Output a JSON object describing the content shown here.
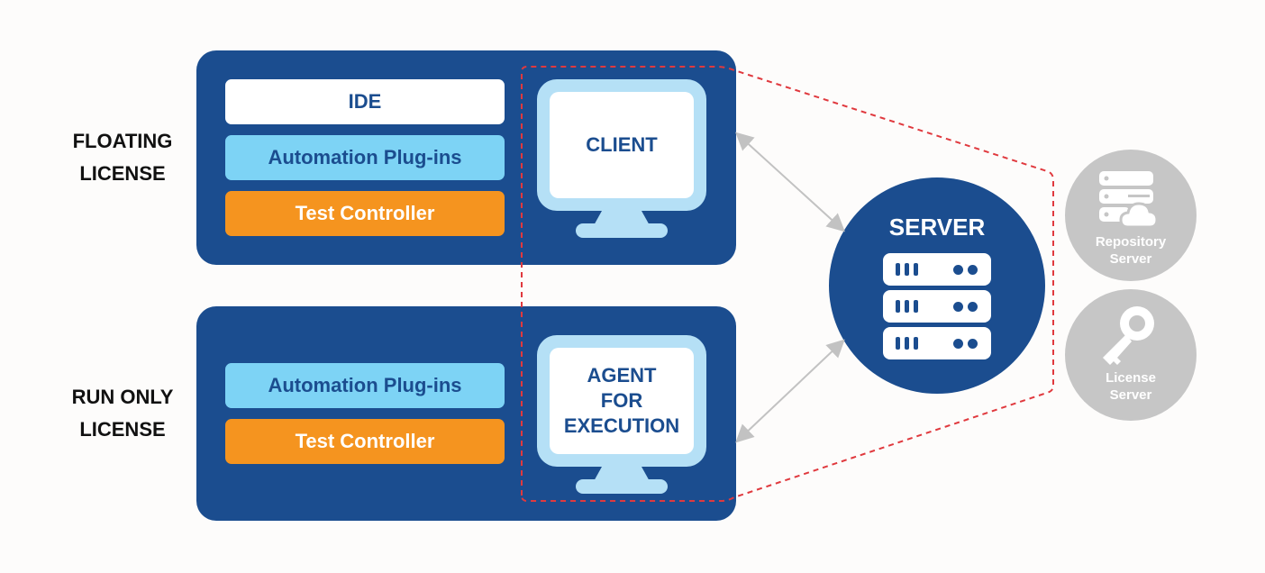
{
  "license_types": [
    {
      "label_line1": "FLOATING",
      "label_line2": "LICENSE"
    },
    {
      "label_line1": "RUN ONLY",
      "label_line2": "LICENSE"
    }
  ],
  "floating_panel": {
    "stack": [
      "IDE",
      "Automation Plug-ins",
      "Test Controller"
    ],
    "monitor_label": "CLIENT",
    "monitor_icon": "monitor-icon"
  },
  "run_only_panel": {
    "stack": [
      "Automation Plug-ins",
      "Test Controller"
    ],
    "monitor_label_lines": [
      "AGENT",
      "FOR",
      "EXECUTION"
    ],
    "monitor_icon": "monitor-icon"
  },
  "server": {
    "title": "SERVER",
    "icon": "server-rack-icon"
  },
  "side_servers": [
    {
      "line1": "Repository",
      "line2": "Server",
      "icon": "repository-server-icon"
    },
    {
      "line1": "License",
      "line2": "Server",
      "icon": "key-icon"
    }
  ],
  "colors": {
    "panel_blue": "#1b4d8f",
    "light_blue": "#7dd3f5",
    "orange": "#f5941f",
    "monitor_blue": "#b5e0f6",
    "dashed_red": "#e0393e",
    "arrow_gray": "#c2c2c2",
    "side_gray": "#c6c6c6"
  }
}
